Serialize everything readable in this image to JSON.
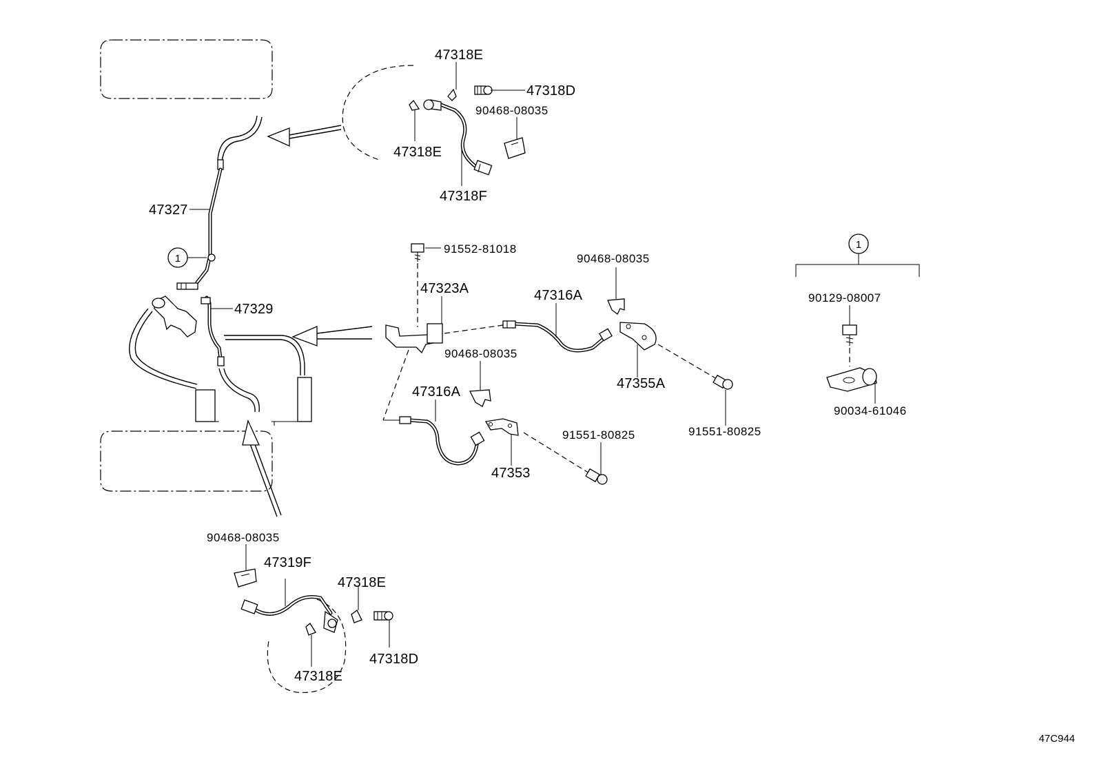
{
  "labels": {
    "p47318E_top": "47318E",
    "p47318D_top": "47318D",
    "p90468_top": "90468-08035",
    "p47318E_top2": "47318E",
    "p47318F": "47318F",
    "p47327": "47327",
    "p47329": "47329",
    "p91552": "91552-81018",
    "p47323A": "47323A",
    "p90468_mid": "90468-08035",
    "p47316A_upper": "47316A",
    "p47355A": "47355A",
    "p91551_right": "91551-80825",
    "p90468_mid2": "90468-08035",
    "p47316A_lower": "47316A",
    "p91551_mid": "91551-80825",
    "p47353": "47353",
    "p90468_bot": "90468-08035",
    "p47319F": "47319F",
    "p47318E_bot": "47318E",
    "p47318D_bot": "47318D",
    "p47318E_bot2": "47318E",
    "p90129": "90129-08007",
    "p90034": "90034-61046",
    "callout_1_left": "1",
    "callout_1_right": "1",
    "diagram_ref": "47C944"
  },
  "colors": {
    "ink": "#000000",
    "paper": "#ffffff"
  }
}
